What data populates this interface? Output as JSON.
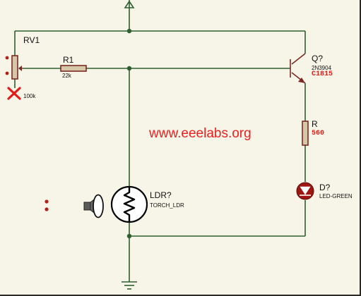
{
  "components": {
    "rv1": {
      "ref": "RV1",
      "value": "100k"
    },
    "r1": {
      "ref": "R1",
      "value": "22k"
    },
    "q": {
      "ref": "Q?",
      "value": "2N3904",
      "alt_value": "C1815"
    },
    "r": {
      "ref": "R",
      "value": "560"
    },
    "led": {
      "ref": "D?",
      "value": "LED-GREEN"
    },
    "ldr": {
      "ref": "LDR?",
      "value": "TORCH_LDR"
    }
  },
  "watermark": "www.eeelabs.org",
  "colors": {
    "background": "#f7f5e8",
    "wire": "#2f5e2f",
    "component": "#7a2a22",
    "body_fill": "#d7c7a9",
    "accent_red": "#e0201a"
  },
  "icons": [
    "speaker-icon",
    "unconnected-pin-cross-icon",
    "power-terminal-arrow-icon",
    "ground-icon"
  ]
}
